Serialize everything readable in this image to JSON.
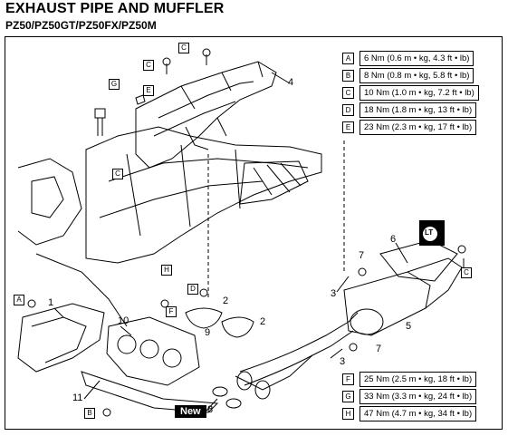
{
  "header": {
    "title": "EXHAUST PIPE AND MUFFLER",
    "models": "PZ50/PZ50GT/PZ50FX/PZ50M"
  },
  "torque_specs_top": [
    {
      "letter": "A",
      "value": "6 Nm (0.6 m • kg, 4.3 ft • lb)"
    },
    {
      "letter": "B",
      "value": "8 Nm (0.8 m • kg, 5.8 ft • lb)"
    },
    {
      "letter": "C",
      "value": "10 Nm (1.0 m • kg, 7.2 ft • lb)"
    },
    {
      "letter": "D",
      "value": "18 Nm (1.8 m • kg, 13 ft • lb)"
    },
    {
      "letter": "E",
      "value": "23 Nm (2.3 m • kg, 17 ft • lb)"
    }
  ],
  "torque_specs_bottom": [
    {
      "letter": "F",
      "value": "25 Nm (2.5 m • kg, 18 ft • lb)"
    },
    {
      "letter": "G",
      "value": "33 Nm (3.3 m • kg, 24 ft • lb)"
    },
    {
      "letter": "H",
      "value": "47 Nm (4.7 m • kg, 34 ft • lb)"
    }
  ],
  "callouts": {
    "n1": "1",
    "n2a": "2",
    "n2b": "2",
    "n3a": "3",
    "n3b": "3",
    "n4": "4",
    "n5": "5",
    "n6": "6",
    "n7a": "7",
    "n7b": "7",
    "n8": "8",
    "n9": "9",
    "n10": "10",
    "n11": "11"
  },
  "diagram_letters": {
    "c1": "C",
    "c2": "C",
    "c3": "C",
    "c4": "C",
    "g1": "G",
    "e1": "E",
    "h1": "H",
    "d1": "D",
    "f1": "F",
    "a1": "A",
    "b1": "B"
  },
  "new_label": "New",
  "lt_label": "LT"
}
